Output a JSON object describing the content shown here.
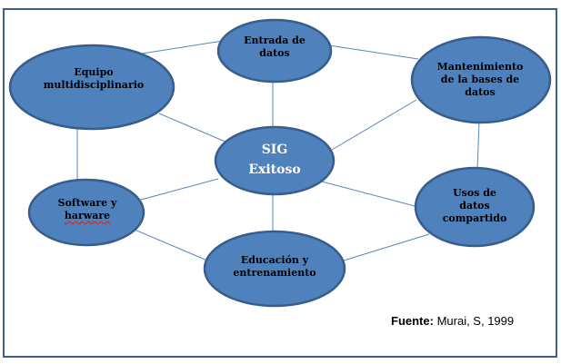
{
  "diagram": {
    "colors": {
      "node_fill": "#4f81bd",
      "node_stroke": "#385d8a",
      "edge": "#5b86b8",
      "frame": "#3a5f8a",
      "center_text": "#ffffff",
      "node_text": "#000000"
    },
    "nodes": {
      "center": {
        "line1": "SIG",
        "line2": "Exitoso"
      },
      "entrada": {
        "line1": "Entrada de",
        "line2": "datos"
      },
      "mantenimiento": {
        "line1": "Mantenimiento",
        "line2": "de la bases de",
        "line3": "datos"
      },
      "usos": {
        "line1": "Usos de",
        "line2": "datos",
        "line3": "compartido"
      },
      "educacion": {
        "line1": "Educación y",
        "line2": "entrenamiento"
      },
      "software": {
        "line1": "Software y",
        "line2": "harware"
      },
      "equipo": {
        "line1": "Equipo",
        "line2": "multidisciplinario"
      }
    }
  },
  "source": {
    "label": "Fuente:",
    "text": "Murai, S, 1999"
  }
}
